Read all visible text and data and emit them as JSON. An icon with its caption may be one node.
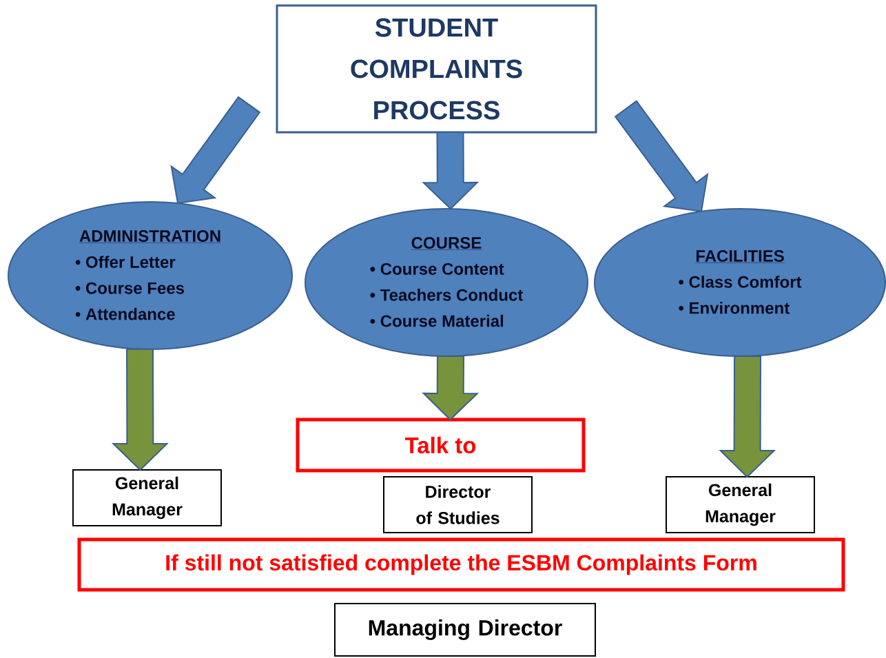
{
  "diagram": {
    "nodes": [
      {
        "text": [
          "STUDENT COMPLAINTS PROCESS"
        ]
      },
      {
        "text": [
          "ADMINISTRATION",
          "• Offer Letter",
          "• Course Fees",
          "• Attendance"
        ]
      },
      {
        "text": [
          "COURSE",
          "• Course Content",
          "• Teachers Conduct",
          "• Course Material"
        ]
      },
      {
        "text": [
          "FACILITIES",
          "• Class Comfort",
          "• Environment"
        ]
      },
      {
        "text": [
          "Talk to"
        ]
      },
      {
        "text": [
          "General Manager"
        ]
      },
      {
        "text": [
          "Director of Studies"
        ]
      },
      {
        "text": [
          "General Manager"
        ]
      },
      {
        "text": [
          "If still not satisfied complete the ESBM Complaints Form"
        ]
      },
      {
        "text": [
          "Managing Director"
        ]
      }
    ],
    "edges": [
      {
        "from": 0,
        "to": 1,
        "arrow": "to"
      },
      {
        "from": 0,
        "to": 2,
        "arrow": "to"
      },
      {
        "from": 0,
        "to": 3,
        "arrow": "to"
      },
      {
        "from": 1,
        "to": 5,
        "arrow": "to",
        "color": "#77933c"
      },
      {
        "from": 2,
        "to": 4,
        "arrow": "to",
        "color": "#77933c"
      },
      {
        "from": 3,
        "to": 7,
        "arrow": "to",
        "color": "#77933c"
      }
    ]
  }
}
